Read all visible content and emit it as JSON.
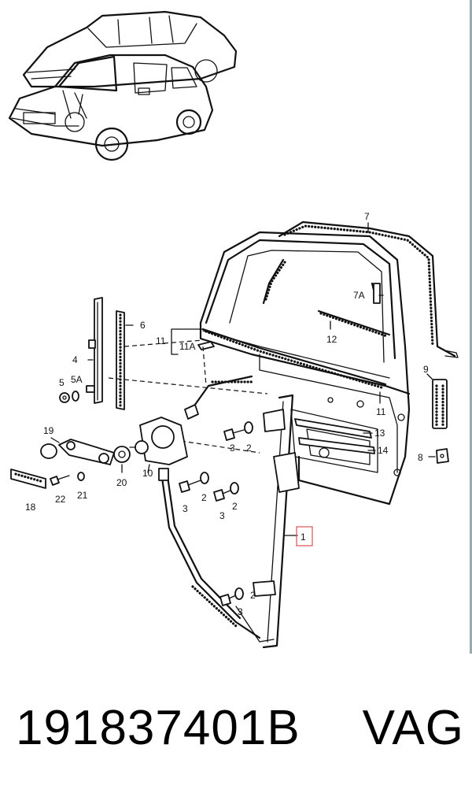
{
  "callouts": {
    "c1": "1",
    "c2a": "2",
    "c2b": "2",
    "c2c": "2",
    "c2d": "2",
    "c3a": "3",
    "c3b": "3",
    "c3c": "3",
    "c3d": "3",
    "c4": "4",
    "c5": "5",
    "c5a": "5A",
    "c6": "6",
    "c7": "7",
    "c7a": "7A",
    "c8": "8",
    "c9": "9",
    "c10": "10",
    "c11a": "11",
    "c11b": "11",
    "c11A": "11A",
    "c12": "12",
    "c13": "13",
    "c14": "14",
    "c18": "18",
    "c19": "19",
    "c20": "20",
    "c21": "21",
    "c22": "22"
  },
  "footer": {
    "part_number": "191837401B",
    "brand": "VAG"
  },
  "colors": {
    "ink": "#111111",
    "highlight": "#d9534f",
    "background": "#ffffff"
  }
}
